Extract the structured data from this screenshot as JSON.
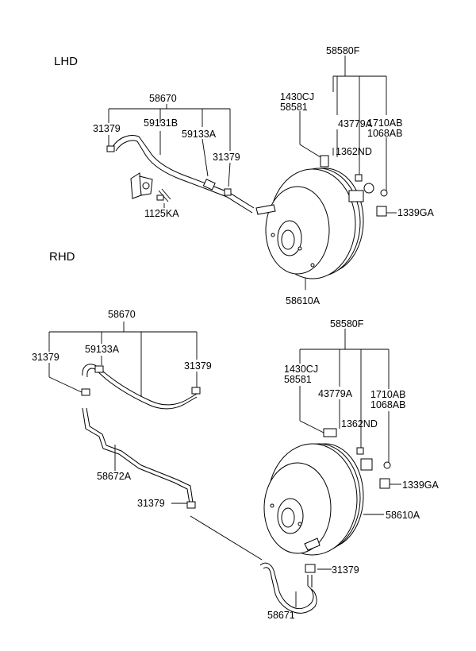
{
  "sections": {
    "lhd": "LHD",
    "rhd": "RHD"
  },
  "lhd": {
    "vacuum_hose": "58670",
    "clamp_left": "31379",
    "hose_a": "59131B",
    "hose_b": "59133A",
    "clamp_right": "31379",
    "bracket_bolt": "1125KA",
    "booster_assy": "58580F",
    "check_valve_1": "1430CJ",
    "check_valve_2": "58581",
    "pin": "43779A",
    "nut_1": "1710AB",
    "nut_2": "1068AB",
    "washer": "1362ND",
    "nut_3": "1339GA",
    "booster": "58610A"
  },
  "rhd": {
    "vacuum_hose": "58670",
    "clamp_left": "31379",
    "hose_b": "59133A",
    "clamp_right": "31379",
    "pipe": "58672A",
    "clamp_mid": "31379",
    "booster_assy": "58580F",
    "check_valve_1": "1430CJ",
    "check_valve_2": "58581",
    "pin": "43779A",
    "nut_1": "1710AB",
    "nut_2": "1068AB",
    "washer": "1362ND",
    "nut_3": "1339GA",
    "booster": "58610A",
    "clamp_low": "31379",
    "lower_hose": "58671"
  }
}
